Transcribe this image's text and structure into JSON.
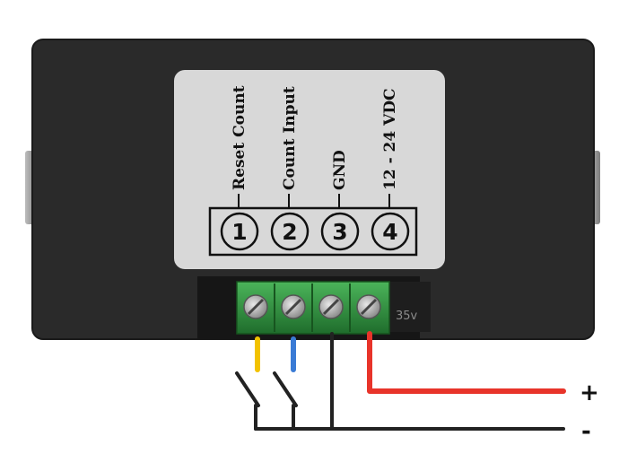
{
  "terminal_labels": [
    "Reset Count",
    "Count Input",
    "GND",
    "12 - 24 VDC"
  ],
  "terminal_numbers": [
    "1",
    "2",
    "3",
    "4"
  ],
  "capacitor_marking": "35v",
  "supply": {
    "positive": "+",
    "negative": "-"
  },
  "colors": {
    "housing": "#2a2a2a",
    "side_tabs": "#9a9a9a",
    "label_panel": "#d8d8d8",
    "terminal_block": "#2e8b3e",
    "wire_reset": "#f2c200",
    "wire_count": "#3a7bd5",
    "wire_gnd": "#222222",
    "wire_power": "#e8342a"
  }
}
